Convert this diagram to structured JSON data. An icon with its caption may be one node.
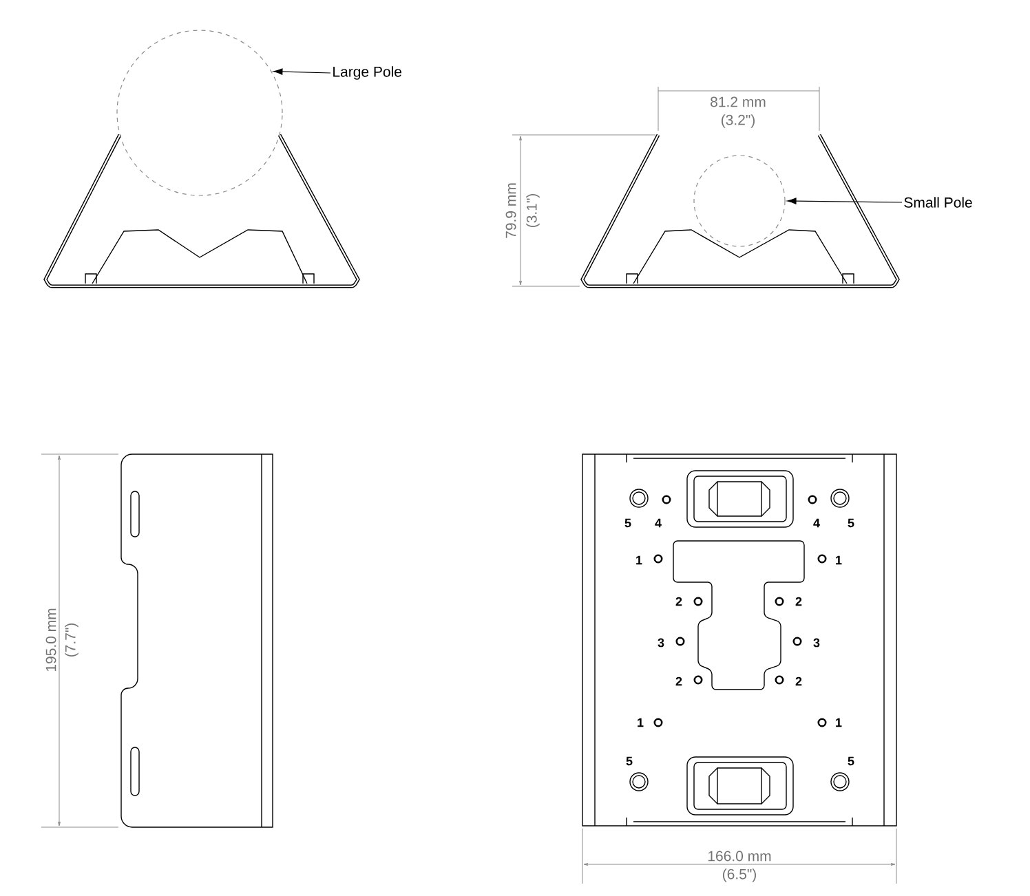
{
  "diagram": {
    "nodes": [
      {
        "text": [
          "Large Pole"
        ]
      },
      {
        "text": [],
        "shape": "circle"
      },
      {
        "text": [
          "Small Pole"
        ]
      },
      {
        "text": [],
        "shape": "circle"
      }
    ],
    "edges": [
      {
        "from": 0,
        "to": 1,
        "arrow": "to"
      },
      {
        "from": 2,
        "to": 3,
        "arrow": "to"
      }
    ],
    "labels": [
      "81.2 mm",
      "(3.2\")",
      "79.9 mm",
      "(3.1\")",
      "195.0 mm",
      "(7.7\")",
      "166.0 mm",
      "(6.5\")",
      "5",
      "4",
      "4",
      "5",
      "1",
      "1",
      "2",
      "2",
      "3",
      "3",
      "2",
      "2",
      "1",
      "1",
      "5",
      "5"
    ]
  }
}
